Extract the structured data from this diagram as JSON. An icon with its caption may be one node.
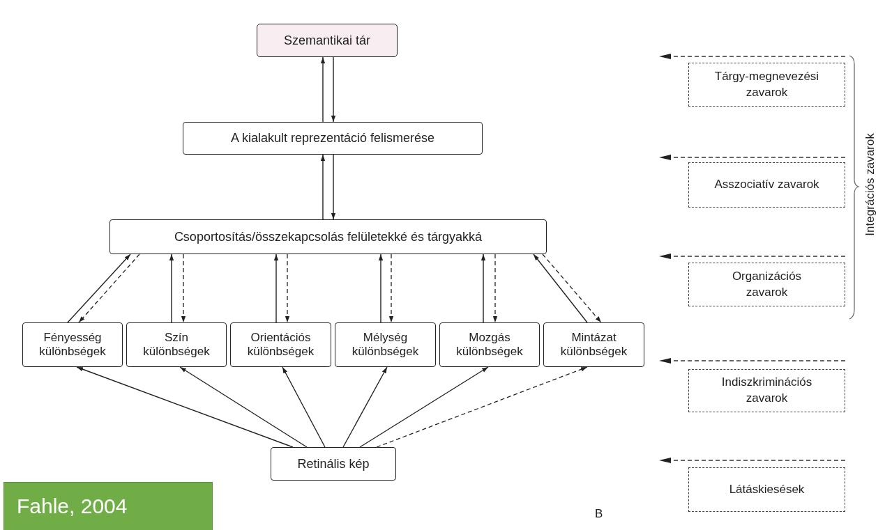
{
  "diagram": {
    "nodes": [
      {
        "text": [
          "Szemantikai tár"
        ]
      },
      {
        "text": [
          "A kialakult reprezentáció felismerése"
        ]
      },
      {
        "text": [
          "Csoportosítás/összekapcsolás felületekké és tárgyakká"
        ]
      },
      {
        "text": [
          "Fényesség különbségek"
        ]
      },
      {
        "text": [
          "Szín különbségek"
        ]
      },
      {
        "text": [
          "Orientációs különbségek"
        ]
      },
      {
        "text": [
          "Mélység különbségek"
        ]
      },
      {
        "text": [
          "Mozgás különbségek"
        ]
      },
      {
        "text": [
          "Mintázat különbségek"
        ]
      },
      {
        "text": [
          "Retinális kép"
        ]
      },
      {
        "text": [
          "Tárgy-megnevezési zavarok"
        ]
      },
      {
        "text": [
          "Asszociatív zavarok"
        ]
      },
      {
        "text": [
          "Organizációs zavarok"
        ]
      },
      {
        "text": [
          "Indiszkriminációs zavarok"
        ]
      },
      {
        "text": [
          "Látáskiesések"
        ]
      },
      {
        "text": [
          "Fahle, 2004"
        ]
      }
    ],
    "edges": [
      {
        "from": 1,
        "to": 0,
        "arrow": "to"
      },
      {
        "from": 0,
        "to": 1,
        "arrow": "to"
      },
      {
        "from": 2,
        "to": 1,
        "arrow": "to"
      },
      {
        "from": 1,
        "to": 2,
        "arrow": "to"
      },
      {
        "from": 3,
        "to": 2,
        "arrow": "to"
      },
      {
        "from": 2,
        "to": 3,
        "arrow": "to",
        "style": "dashed"
      },
      {
        "from": 4,
        "to": 2,
        "arrow": "to"
      },
      {
        "from": 2,
        "to": 4,
        "arrow": "to",
        "style": "dashed"
      },
      {
        "from": 5,
        "to": 2,
        "arrow": "to"
      },
      {
        "from": 2,
        "to": 5,
        "arrow": "to",
        "style": "dashed"
      },
      {
        "from": 6,
        "to": 2,
        "arrow": "to"
      },
      {
        "from": 2,
        "to": 6,
        "arrow": "to",
        "style": "dashed"
      },
      {
        "from": 7,
        "to": 2,
        "arrow": "to"
      },
      {
        "from": 2,
        "to": 7,
        "arrow": "to",
        "style": "dashed"
      },
      {
        "from": 8,
        "to": 2,
        "arrow": "to"
      },
      {
        "from": 2,
        "to": 8,
        "arrow": "to",
        "style": "dashed"
      },
      {
        "from": 9,
        "to": 3,
        "arrow": "to"
      },
      {
        "from": 9,
        "to": 4,
        "arrow": "to"
      },
      {
        "from": 9,
        "to": 5,
        "arrow": "to"
      },
      {
        "from": 9,
        "to": 6,
        "arrow": "to"
      },
      {
        "from": 9,
        "to": 7,
        "arrow": "to"
      },
      {
        "from": 9,
        "to": 8,
        "arrow": "to",
        "style": "dashed"
      }
    ],
    "labels": [
      "Integrációs zavarok",
      "B"
    ]
  }
}
